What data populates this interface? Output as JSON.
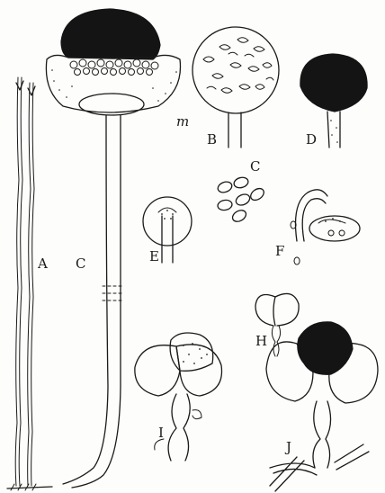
{
  "figure": {
    "labels": {
      "A": "A",
      "B": "B",
      "C_stalk": "C",
      "C_spores": "C",
      "D": "D",
      "E": "E",
      "F": "F",
      "H": "H",
      "I": "I",
      "J": "J",
      "m": "m"
    },
    "colors": {
      "ink": "#1a1a1a",
      "paper": "#fdfdfb"
    }
  }
}
